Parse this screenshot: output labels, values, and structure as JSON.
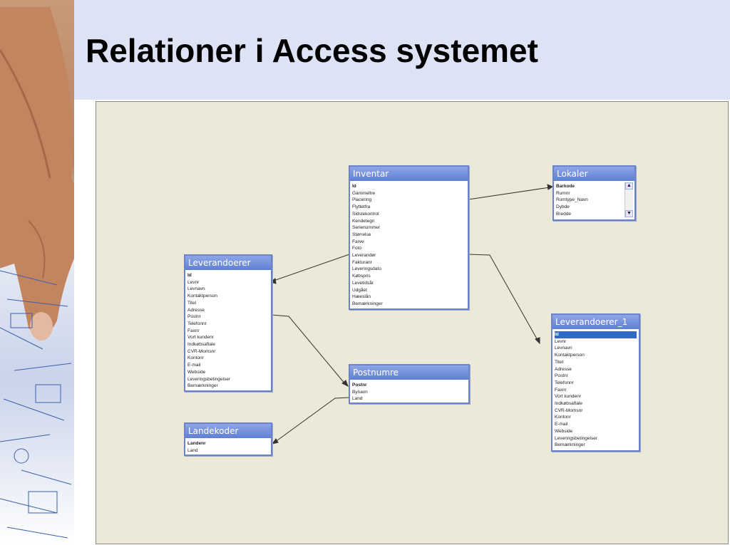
{
  "slide": {
    "title": "Relationer i Access systemet"
  },
  "colors": {
    "header_band": "#dde2f4",
    "canvas_bg": "#ece9d8",
    "table_header": "#6b83c7",
    "selected_row": "#316ac5"
  },
  "tables": {
    "inventar": {
      "name": "Inventar",
      "fields": [
        "Id",
        "Gammeltre",
        "Placering",
        "Flyttetfra",
        "Sidstekontrol",
        "Kendetegn",
        "Serienummer",
        "Størrelse",
        "Farve",
        "Foto",
        "Leverandør",
        "Fakturanr",
        "Leveringsdato",
        "Købspris",
        "Levetidsår",
        "Udgået",
        "Hæeslån",
        "Bemærkninger"
      ]
    },
    "lokaler": {
      "name": "Lokaler",
      "fields": [
        "Barkode",
        "Rumnr",
        "Rumtype_Navn",
        "Dybde",
        "Bredde"
      ]
    },
    "leverandoerer": {
      "name": "Leverandoerer",
      "fields": [
        "Id",
        "Levnr",
        "Levnavn",
        "Kontaktperson",
        "Titel",
        "Adresse",
        "Postnr",
        "Telefonnr",
        "Faxnr",
        "Vort kundenr",
        "Indkøbsaftale",
        "CVR-Momsnr",
        "Kontonr",
        "E-mail",
        "Webside",
        "Leveringsbetingelser",
        "Bemærkninger"
      ]
    },
    "postnumre": {
      "name": "Postnumre",
      "fields": [
        "Postnr",
        "Bynavn",
        "Land"
      ]
    },
    "landekoder": {
      "name": "Landekoder",
      "fields": [
        "Landenr",
        "Land"
      ]
    },
    "leverandoerer_1": {
      "name": "Leverandoerer_1",
      "fields": [
        "Id",
        "Levnr",
        "Levnavn",
        "Kontaktperson",
        "Titel",
        "Adresse",
        "Postnr",
        "Telefonnr",
        "Faxnr",
        "Vort kundenr",
        "Indkøbsaftale",
        "CVR-Momsnr",
        "Kontonr",
        "E-mail",
        "Webside",
        "Leveringsbetingelser",
        "Bemærkninger"
      ]
    }
  }
}
